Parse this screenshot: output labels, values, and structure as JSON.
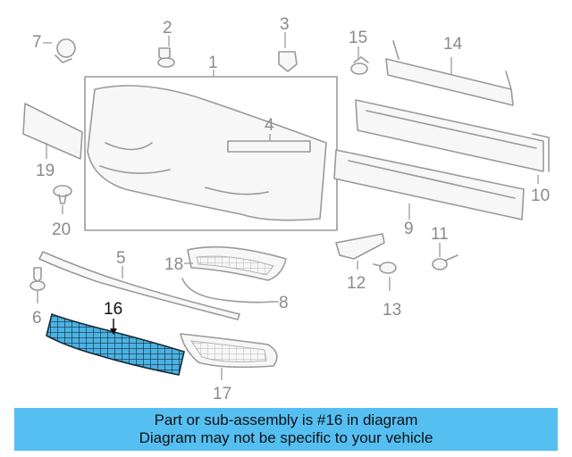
{
  "callouts": {
    "c1": "1",
    "c2": "2",
    "c3": "3",
    "c4": "4",
    "c5": "5",
    "c6": "6",
    "c7": "7",
    "c8": "8",
    "c9": "9",
    "c10": "10",
    "c11": "11",
    "c12": "12",
    "c13": "13",
    "c14": "14",
    "c15": "15",
    "c16": "16",
    "c17": "17",
    "c18": "18",
    "c19": "19",
    "c20": "20"
  },
  "highlighted_part": "16",
  "colors": {
    "highlight": "#4ab3e6",
    "banner": "#55bff2",
    "line": "#9a9a9a"
  },
  "banner": {
    "line1": "Part or sub-assembly is #16 in diagram",
    "line2": "Diagram may not be specific to your vehicle"
  }
}
